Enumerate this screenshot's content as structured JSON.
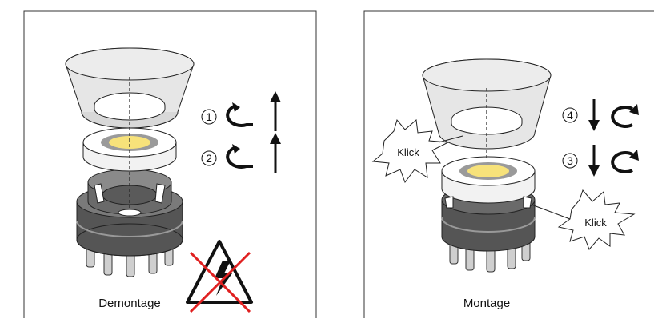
{
  "panels": [
    {
      "caption": "Demontage",
      "steps": [
        {
          "number": "1",
          "rotation": "counterclockwise",
          "direction": "up"
        },
        {
          "number": "2",
          "rotation": "counterclockwise",
          "direction": "up"
        }
      ],
      "warning_icon": "crossed-out-high-voltage-icon"
    },
    {
      "caption": "Montage",
      "steps": [
        {
          "number": "4",
          "rotation": "clockwise",
          "direction": "down"
        },
        {
          "number": "3",
          "rotation": "clockwise",
          "direction": "down"
        }
      ],
      "callouts": [
        "Klick",
        "Klick"
      ]
    }
  ],
  "colors": {
    "reflector": "#e6e6e6",
    "reflector_inner": "#ffffff",
    "lamp_yellow": "#f7e27a",
    "lamp_ring": "#9a9a9a",
    "base_dark": "#555555",
    "base_mid": "#7a7a7a",
    "pin": "#c8c8c8",
    "warning_cross": "#e02020"
  }
}
